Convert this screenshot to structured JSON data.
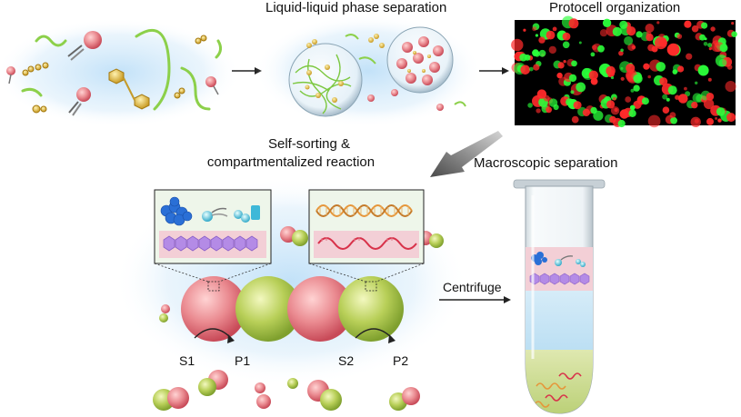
{
  "labels": {
    "llps": "Liquid-liquid phase separation",
    "protocell": "Protocell organization",
    "self_sorting_line1": "Self-sorting &",
    "self_sorting_line2": "compartmentalized reaction",
    "macroscopic": "Macroscopic separation",
    "centrifuge": "Centrifuge",
    "s1": "S1",
    "p1": "P1",
    "s2": "S2",
    "p2": "P2"
  },
  "colors": {
    "pink_droplet": "#e0707a",
    "green_droplet": "#a8c448",
    "amphiphile_gold": "#d8b43a",
    "polymer_green": "#8cd04a",
    "protein_blue": "#2a6fd6",
    "dna_orange": "#e6963a",
    "rna_red": "#d8324a",
    "purple_chain": "#b48be6",
    "fluor_red": "#ff2a2a",
    "fluor_green": "#2aff3a",
    "background_glow": "#bfe0f8"
  }
}
